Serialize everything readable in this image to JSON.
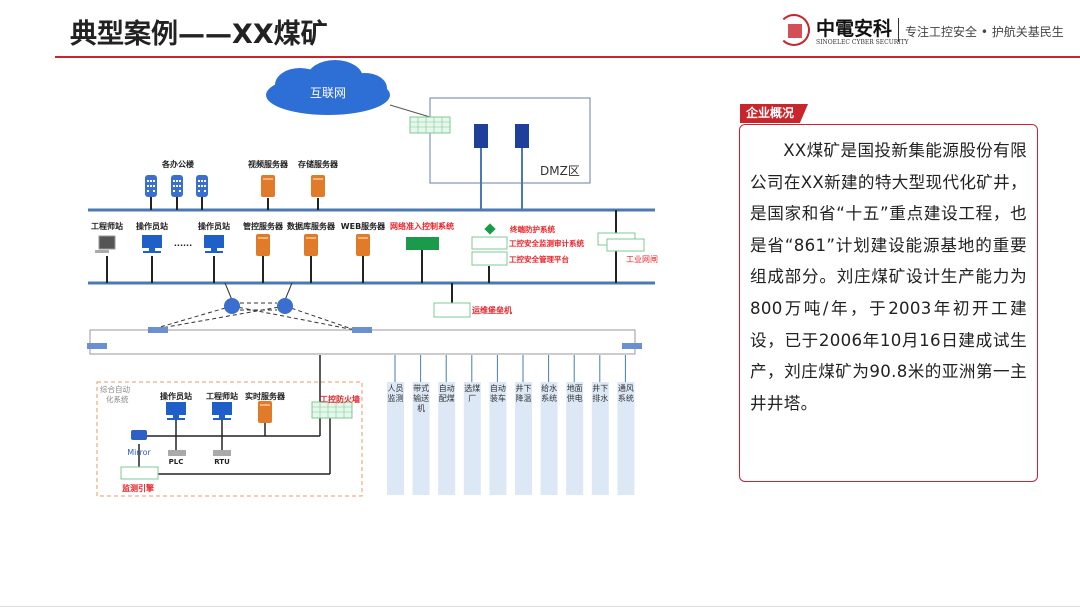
{
  "header": {
    "title": "典型案例——XX煤矿",
    "brand": "中電安科",
    "brand_en": "SINOELEC CYBER SECURITY",
    "slogan": "专注工控安全 • 护航关基民生"
  },
  "panel": {
    "tag": "企业概况",
    "text": "XX煤矿是国投新集能源股份有限公司在XX新建的特大型现代化矿井，是国家和省“十五”重点建设工程，也是省“861”计划建设能源基地的重要组成部分。刘庄煤矿设计生产能力为800万吨/年，于2003年初开工建设，已于2006年10月16日建成试生产，刘庄煤矿为90.8米的亚洲第一主井井塔。"
  },
  "diagram": {
    "internet": "互联网",
    "dmz": "DMZ区",
    "offices": "各办公楼",
    "video_server": "视频服务器",
    "storage_server": "存储服务器",
    "row2": [
      "工程师站",
      "操作员站",
      "......",
      "操作员站",
      "管控服务器",
      "数据库服务器",
      "WEB服务器"
    ],
    "nac": "网络准入控制系统",
    "endpoint": "终端防护系统",
    "audit": "工控安全监测审计系统",
    "mgmt": "工控安全管理平台",
    "gap": "工业网闸",
    "bastion": "运维堡垒机",
    "auto": {
      "title1": "综合自动",
      "title2": "化系统",
      "op": "操作员站",
      "eng": "工程师站",
      "rt": "实时服务器",
      "fw": "工控防火墙",
      "mirror": "Mirror",
      "plc": "PLC",
      "rtu": "RTU",
      "ids": "监测引擎"
    },
    "subsystems": [
      "人员监测",
      "带式输送机",
      "自动配煤",
      "选煤厂",
      "自动装车",
      "井下降温",
      "给水系统",
      "地面供电",
      "井下排水",
      "通风系统"
    ]
  },
  "colors": {
    "accent": "#c8252c",
    "bus": "#4a7ab5",
    "device_green": "#1a9a4a",
    "server_orange": "#e07b2a",
    "pc_blue": "#1f5fc8",
    "column": "#dce8f5"
  }
}
